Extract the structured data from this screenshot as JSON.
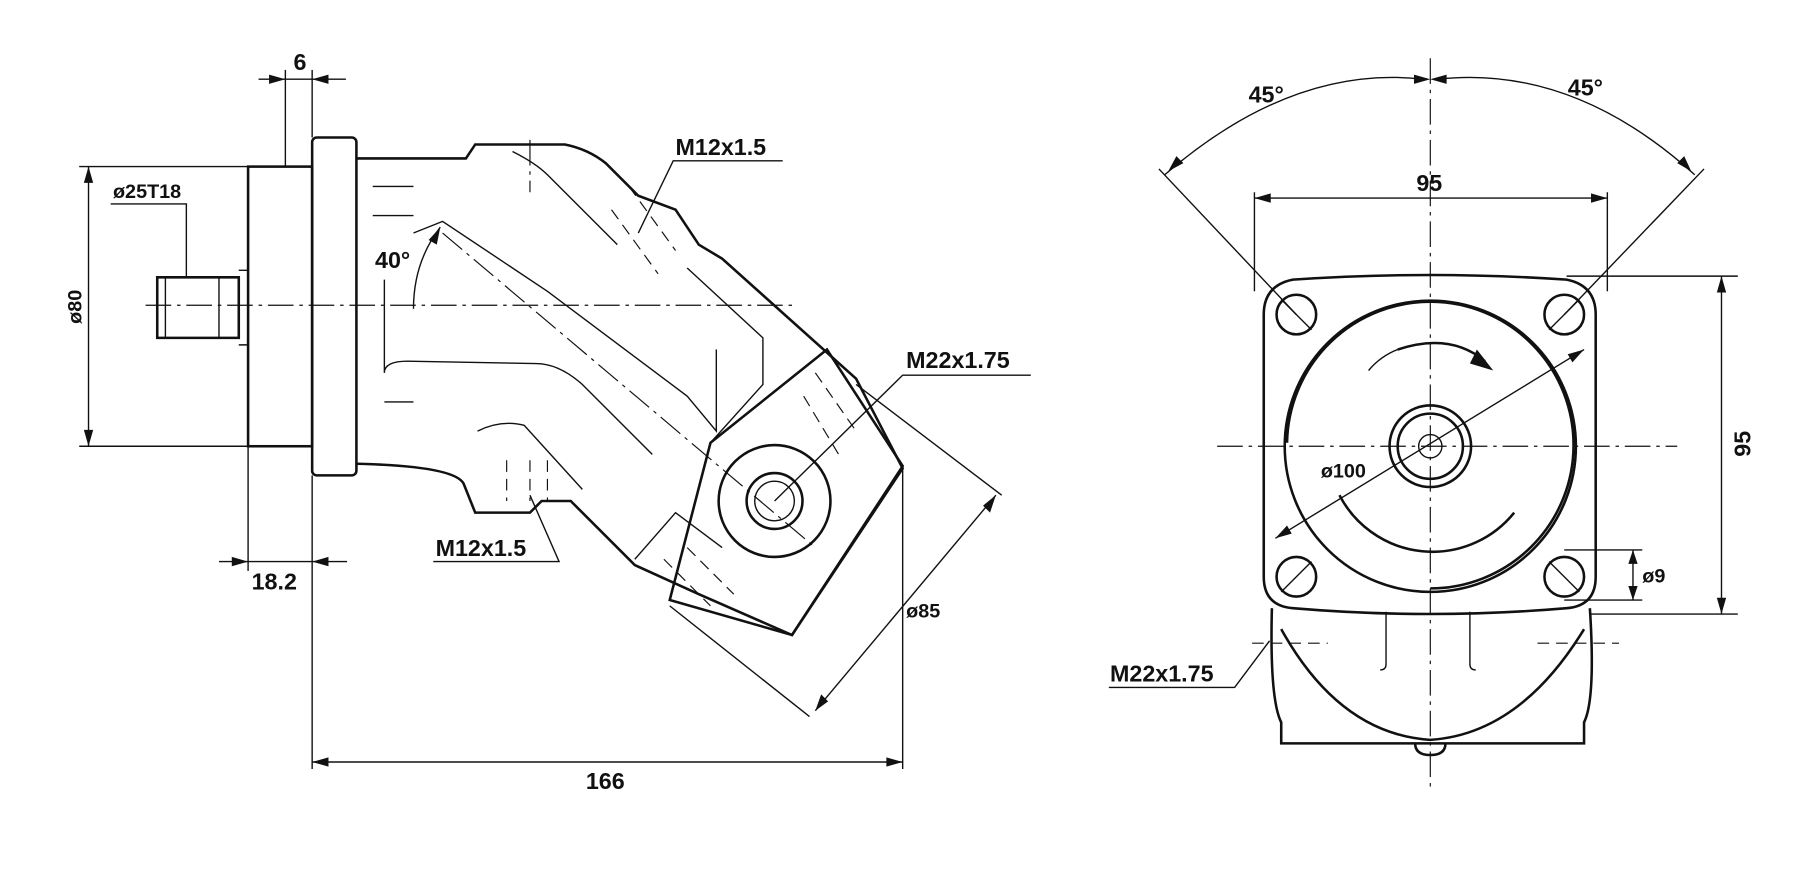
{
  "title": "Bent-axis hydraulic pump dimensional drawing",
  "side_view": {
    "flange_thickness": "6",
    "shaft_spline": "ø25T18",
    "pilot_diameter": "ø80",
    "shaft_offset": "18.2",
    "bend_angle": "40°",
    "drain_port_top": "M12x1.5",
    "drain_port_bottom": "M12x1.5",
    "main_port": "M22x1.75",
    "port_flange_diameter": "ø85",
    "overall_length": "166"
  },
  "front_view": {
    "angle_left": "45°",
    "angle_right": "45°",
    "bolt_spacing_horizontal": "95",
    "bolt_spacing_vertical": "95",
    "bolt_circle_diameter": "ø100",
    "bolt_hole_diameter": "ø9",
    "main_port": "M22x1.75"
  }
}
